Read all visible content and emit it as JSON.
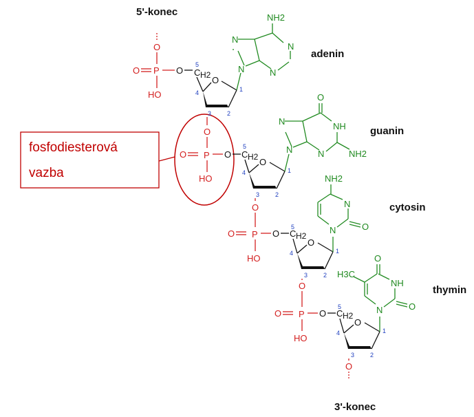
{
  "labels": {
    "five_end": "5'-konec",
    "three_end": "3'-konec",
    "callout_line1": "fosfodiesterová",
    "callout_line2": "vazba"
  },
  "nucleotides": [
    {
      "base": "adenin"
    },
    {
      "base": "guanin"
    },
    {
      "base": "cytosin"
    },
    {
      "base": "thymin"
    }
  ],
  "atoms": {
    "O": "O",
    "P": "P",
    "HO": "HO",
    "C": "C",
    "H2": "H2",
    "N": "N",
    "NH": "NH",
    "NH2": "NH2",
    "H3C": "H3C"
  },
  "ring_numbers": {
    "n5": "5",
    "n4": "4",
    "n3": "3",
    "n2": "2",
    "n1": "1"
  },
  "colors": {
    "phosphate": "#d42020",
    "base": "#208a20",
    "carbon_num": "#1f3fbf",
    "callout": "#c00000"
  }
}
